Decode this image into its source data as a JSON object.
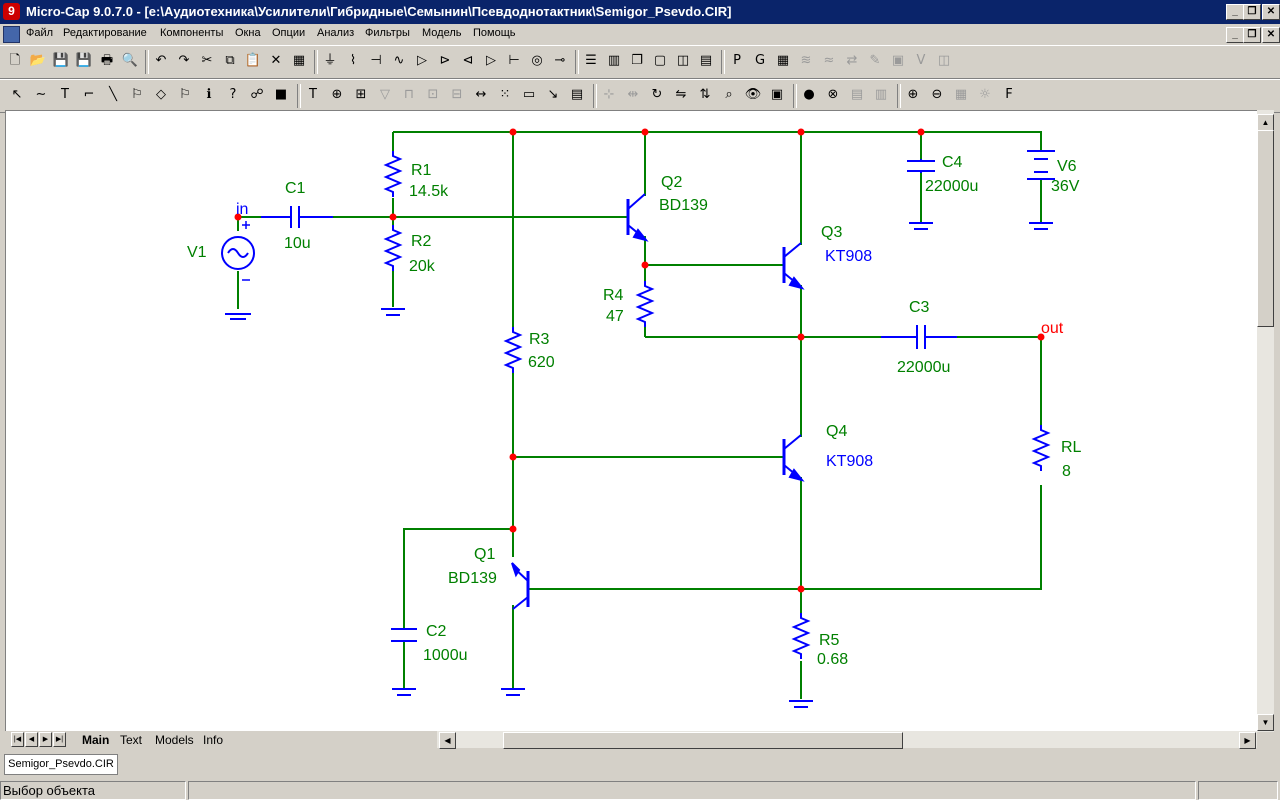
{
  "window": {
    "title": "Micro-Cap 9.0.7.0 - [e:\\Аудиотехника\\Усилители\\Гибридные\\Семынин\\Псевдоднотактник\\Semigor_Psevdo.CIR]"
  },
  "menu": [
    "Файл",
    "Редактирование",
    "Компоненты",
    "Окна",
    "Опции",
    "Анализ",
    "Фильтры",
    "Модель",
    "Помощь"
  ],
  "toolbar1": [
    {
      "icon": "new-icon",
      "glyph": "🗋"
    },
    {
      "icon": "open-icon",
      "glyph": "📂"
    },
    {
      "icon": "save-icon",
      "glyph": "💾"
    },
    {
      "icon": "save-all-icon",
      "glyph": "💾"
    },
    {
      "icon": "print-icon",
      "glyph": "🖶"
    },
    {
      "icon": "print-preview-icon",
      "glyph": "🔍"
    },
    {
      "icon": "undo-icon",
      "glyph": "↶"
    },
    {
      "icon": "redo-icon",
      "glyph": "↷"
    },
    {
      "icon": "cut-icon",
      "glyph": "✂"
    },
    {
      "icon": "copy-icon",
      "glyph": "⧉"
    },
    {
      "icon": "paste-icon",
      "glyph": "📋"
    },
    {
      "icon": "delete-icon",
      "glyph": "✕"
    },
    {
      "icon": "select-all-icon",
      "glyph": "▦"
    },
    {
      "icon": "ground-icon",
      "glyph": "⏚"
    },
    {
      "icon": "resistor-icon",
      "glyph": "⌇"
    },
    {
      "icon": "capacitor-icon",
      "glyph": "⊣"
    },
    {
      "icon": "inductor-icon",
      "glyph": "∿"
    },
    {
      "icon": "diode-icon",
      "glyph": "▷"
    },
    {
      "icon": "npn-icon",
      "glyph": "⊳"
    },
    {
      "icon": "pnp-icon",
      "glyph": "⊲"
    },
    {
      "icon": "opamp-icon",
      "glyph": "▷"
    },
    {
      "icon": "battery-icon",
      "glyph": "⊢"
    },
    {
      "icon": "source-icon",
      "glyph": "◎"
    },
    {
      "icon": "switch-icon",
      "glyph": "⊸"
    },
    {
      "icon": "tile-horizontal-icon",
      "glyph": "☰"
    },
    {
      "icon": "tile-vertical-icon",
      "glyph": "▥"
    },
    {
      "icon": "cascade-icon",
      "glyph": "❐"
    },
    {
      "icon": "window-icon",
      "glyph": "▢"
    },
    {
      "icon": "split-icon",
      "glyph": "◫"
    },
    {
      "icon": "calculator-icon",
      "glyph": "▤"
    },
    {
      "icon": "p-icon",
      "glyph": "P"
    },
    {
      "icon": "g-icon",
      "glyph": "G"
    },
    {
      "icon": "grid-icon",
      "glyph": "▦"
    },
    {
      "icon": "d1-icon",
      "glyph": "≋"
    },
    {
      "icon": "d2-icon",
      "glyph": "≈"
    },
    {
      "icon": "d3-icon",
      "glyph": "⇄"
    },
    {
      "icon": "d4-icon",
      "glyph": "✎"
    },
    {
      "icon": "d5-icon",
      "glyph": "▣"
    },
    {
      "icon": "d6-icon",
      "glyph": "V"
    },
    {
      "icon": "d7-icon",
      "glyph": "◫"
    }
  ],
  "toolbar2": [
    {
      "icon": "select-arrow-icon",
      "glyph": "↖"
    },
    {
      "icon": "wire-icon",
      "glyph": "∼"
    },
    {
      "icon": "text-tool-icon",
      "glyph": "T"
    },
    {
      "icon": "wire-tool-icon",
      "glyph": "⌐"
    },
    {
      "icon": "line-icon",
      "glyph": "╲"
    },
    {
      "icon": "flag-tool-icon",
      "glyph": "⚐"
    },
    {
      "icon": "shapes-icon",
      "glyph": "◇"
    },
    {
      "icon": "pin-icon",
      "glyph": "⚐"
    },
    {
      "icon": "info-icon",
      "glyph": "ℹ"
    },
    {
      "icon": "help-cursor-icon",
      "glyph": "?"
    },
    {
      "icon": "probe-icon",
      "glyph": "☍"
    },
    {
      "icon": "run-icon",
      "glyph": "■"
    },
    {
      "icon": "text-mode-icon",
      "glyph": "T"
    },
    {
      "icon": "node-numbers-icon",
      "glyph": "⊕"
    },
    {
      "icon": "attribute-icon",
      "glyph": "⊞"
    },
    {
      "icon": "d8-icon",
      "glyph": "▽"
    },
    {
      "icon": "d9-icon",
      "glyph": "⊓"
    },
    {
      "icon": "d10-icon",
      "glyph": "⊡"
    },
    {
      "icon": "d11-icon",
      "glyph": "⊟"
    },
    {
      "icon": "pin-conn-icon",
      "glyph": "↔"
    },
    {
      "icon": "grid-dots-icon",
      "glyph": "⁙"
    },
    {
      "icon": "border-icon",
      "glyph": "▭"
    },
    {
      "icon": "cursor-mode-icon",
      "glyph": "↘"
    },
    {
      "icon": "props-icon",
      "glyph": "▤"
    },
    {
      "icon": "d12-icon",
      "glyph": "⊹"
    },
    {
      "icon": "d13-icon",
      "glyph": "⇹"
    },
    {
      "icon": "rotate-icon",
      "glyph": "↻"
    },
    {
      "icon": "mirror-icon",
      "glyph": "⇋"
    },
    {
      "icon": "flip-icon",
      "glyph": "⇅"
    },
    {
      "icon": "find-icon",
      "glyph": "⌕"
    },
    {
      "icon": "binoculars-icon",
      "glyph": "👁"
    },
    {
      "icon": "monitor-icon",
      "glyph": "▣"
    },
    {
      "icon": "stop-icon",
      "glyph": "●"
    },
    {
      "icon": "cancel-icon",
      "glyph": "⊗"
    },
    {
      "icon": "d14-icon",
      "glyph": "▤"
    },
    {
      "icon": "d15-icon",
      "glyph": "▥"
    },
    {
      "icon": "zoom-in-icon",
      "glyph": "⊕"
    },
    {
      "icon": "zoom-out-icon",
      "glyph": "⊖"
    },
    {
      "icon": "d16-icon",
      "glyph": "▦"
    },
    {
      "icon": "d17-icon",
      "glyph": "☼"
    },
    {
      "icon": "font-icon",
      "glyph": "F"
    }
  ],
  "schematic": {
    "components": {
      "V1": {
        "name": "V1"
      },
      "C1": {
        "name": "C1",
        "value": "10u"
      },
      "R1": {
        "name": "R1",
        "value": "14.5k"
      },
      "R2": {
        "name": "R2",
        "value": "20k"
      },
      "Q2": {
        "name": "Q2",
        "value": "BD139"
      },
      "Q3": {
        "name": "Q3",
        "value": "KT908"
      },
      "R4": {
        "name": "R4",
        "value": "47"
      },
      "C4": {
        "name": "C4",
        "value": "22000u"
      },
      "V6": {
        "name": "V6",
        "value": "36V"
      },
      "C3": {
        "name": "C3",
        "value": "22000u"
      },
      "R3": {
        "name": "R3",
        "value": "620"
      },
      "Q4": {
        "name": "Q4",
        "value": "KT908"
      },
      "RL": {
        "name": "RL",
        "value": "8"
      },
      "Q1": {
        "name": "Q1",
        "value": "BD139"
      },
      "C2": {
        "name": "C2",
        "value": "1000u"
      },
      "R5": {
        "name": "R5",
        "value": "0.68"
      }
    },
    "node_labels": {
      "in": "in",
      "out": "out"
    },
    "colors": {
      "wire": "#008000",
      "part": "#0000ff",
      "label": "#008000",
      "partval": "#0000ff",
      "node": "#ff0000",
      "outlabel": "#ff0000"
    }
  },
  "sheet_tabs": [
    "Main",
    "Text",
    "Models",
    "Info"
  ],
  "document_tab": "Semigor_Psevdo.CIR",
  "status": {
    "message": "Выбор объекта"
  }
}
